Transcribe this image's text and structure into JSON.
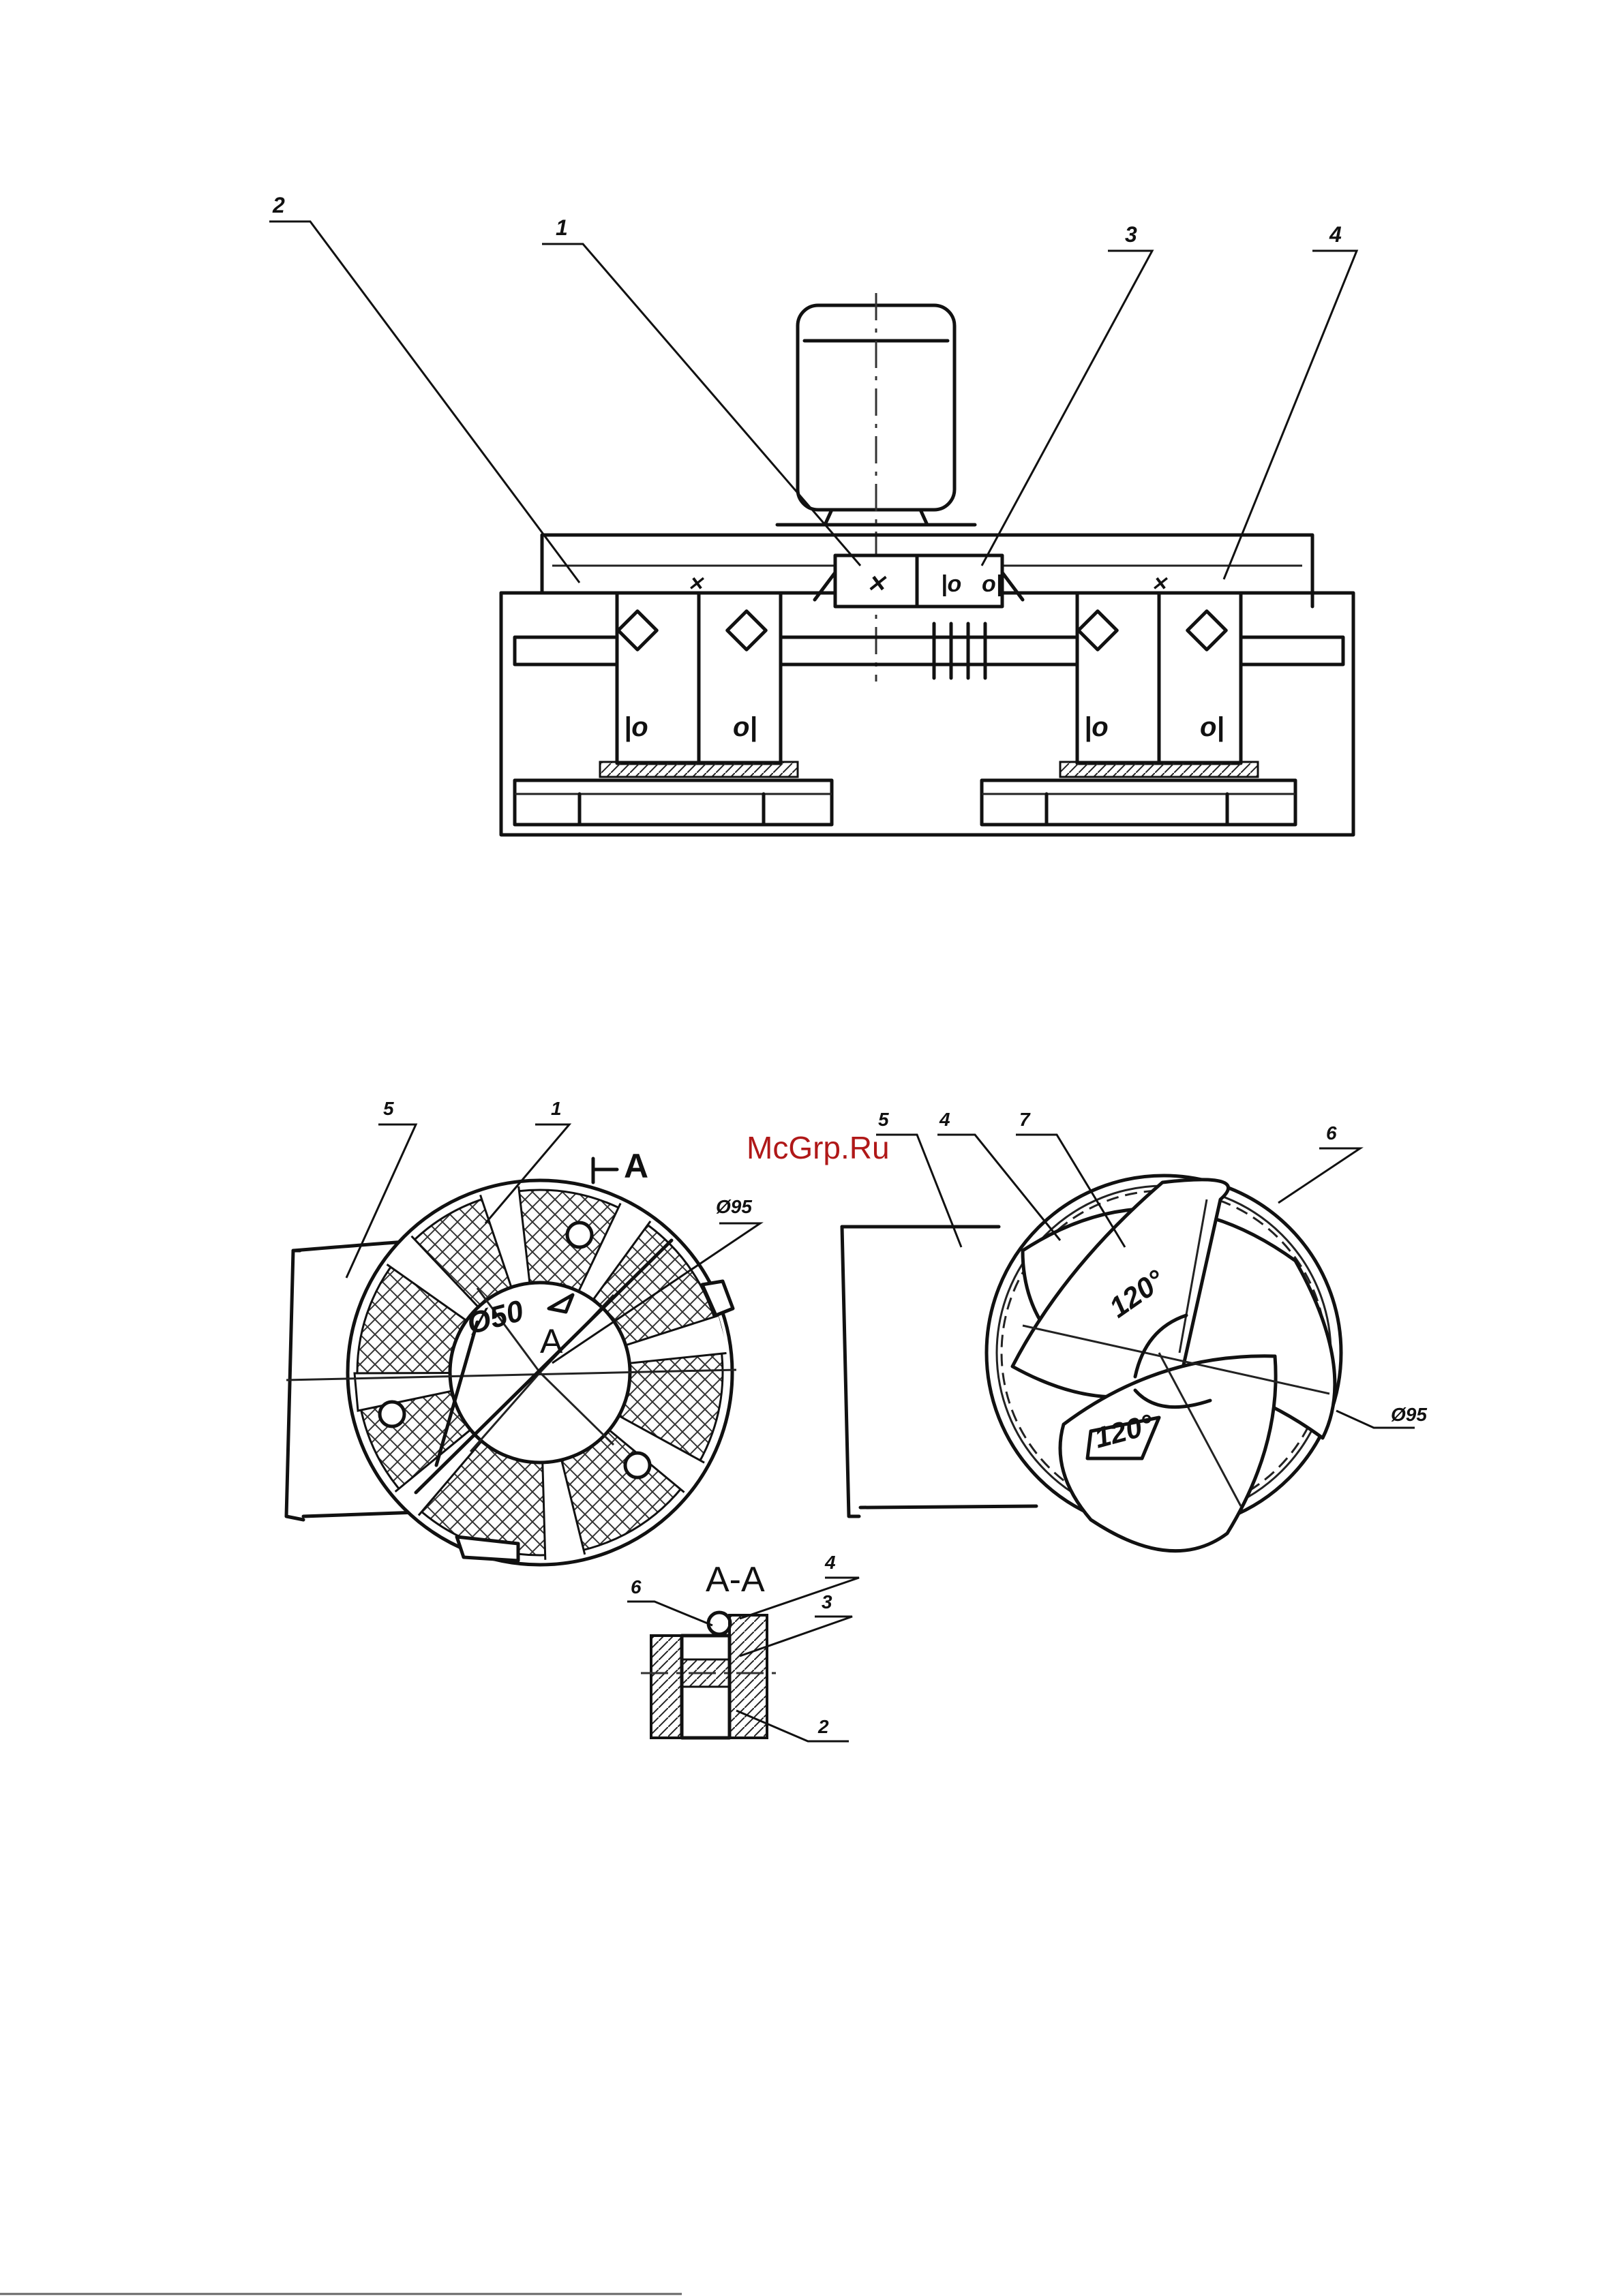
{
  "watermark": "McGrp.Ru",
  "figure_top": {
    "callouts": [
      "2",
      "1",
      "3",
      "4"
    ]
  },
  "figure_left": {
    "callouts": [
      "5",
      "1"
    ],
    "view_mark": "A",
    "diameter_outer": "Ø95",
    "diameter_inner": "Ø50"
  },
  "figure_right": {
    "callouts": [
      "5",
      "4",
      "7",
      "6"
    ],
    "angle_1": "120°",
    "angle_2": "120°",
    "diameter": "Ø95"
  },
  "section_aa": {
    "title": "A-A",
    "callouts": [
      "6",
      "4",
      "3",
      "2"
    ]
  }
}
